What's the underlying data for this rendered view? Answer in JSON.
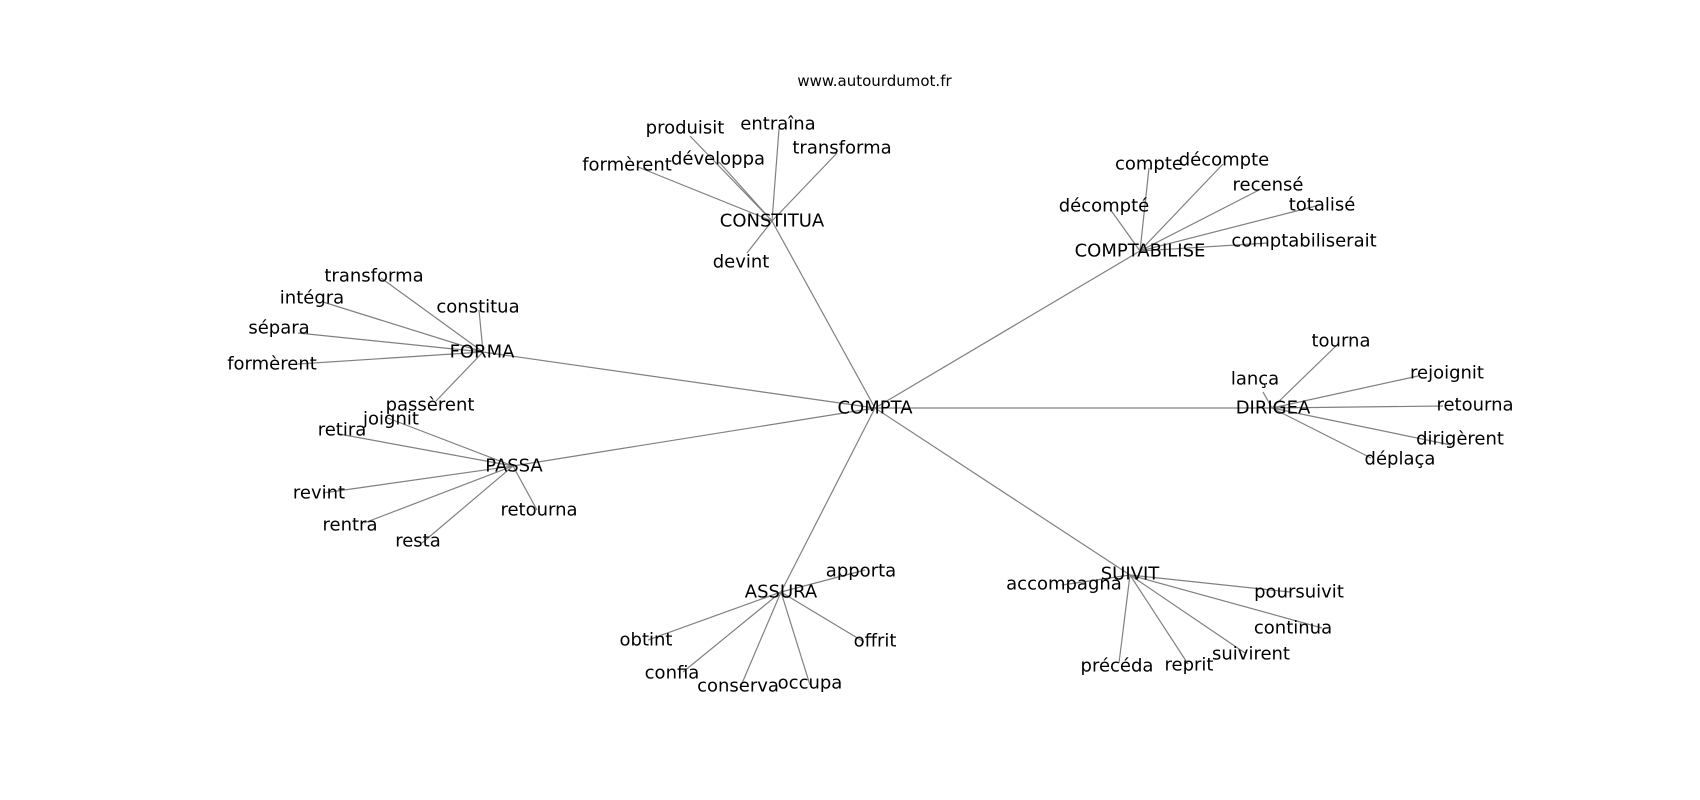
{
  "watermark": "www.autourdumot.fr",
  "graph": {
    "center": "COMPTA",
    "clusters": [
      {
        "hub": "CONSTITUA",
        "leaves": [
          "produisit",
          "entraîna",
          "développa",
          "transforma",
          "formèrent",
          "devint"
        ]
      },
      {
        "hub": "COMPTABILISE",
        "leaves": [
          "compte",
          "décompte",
          "recensé",
          "totalisé",
          "décompté",
          "comptabiliserait"
        ]
      },
      {
        "hub": "FORMA",
        "leaves": [
          "transforma",
          "intégra",
          "constitua",
          "sépara",
          "formèrent",
          "passèrent"
        ]
      },
      {
        "hub": "PASSA",
        "leaves": [
          "joignit",
          "retira",
          "revint",
          "rentra",
          "resta",
          "retourna"
        ]
      },
      {
        "hub": "DIRIGEA",
        "leaves": [
          "tourna",
          "lança",
          "rejoignit",
          "retourna",
          "dirigèrent",
          "déplaça"
        ]
      },
      {
        "hub": "ASSURA",
        "leaves": [
          "apporta",
          "obtint",
          "offrit",
          "confia",
          "conserva",
          "occupa"
        ]
      },
      {
        "hub": "SUIVIT",
        "leaves": [
          "accompagna",
          "poursuivit",
          "continua",
          "suivirent",
          "précéda",
          "reprit"
        ]
      }
    ]
  }
}
